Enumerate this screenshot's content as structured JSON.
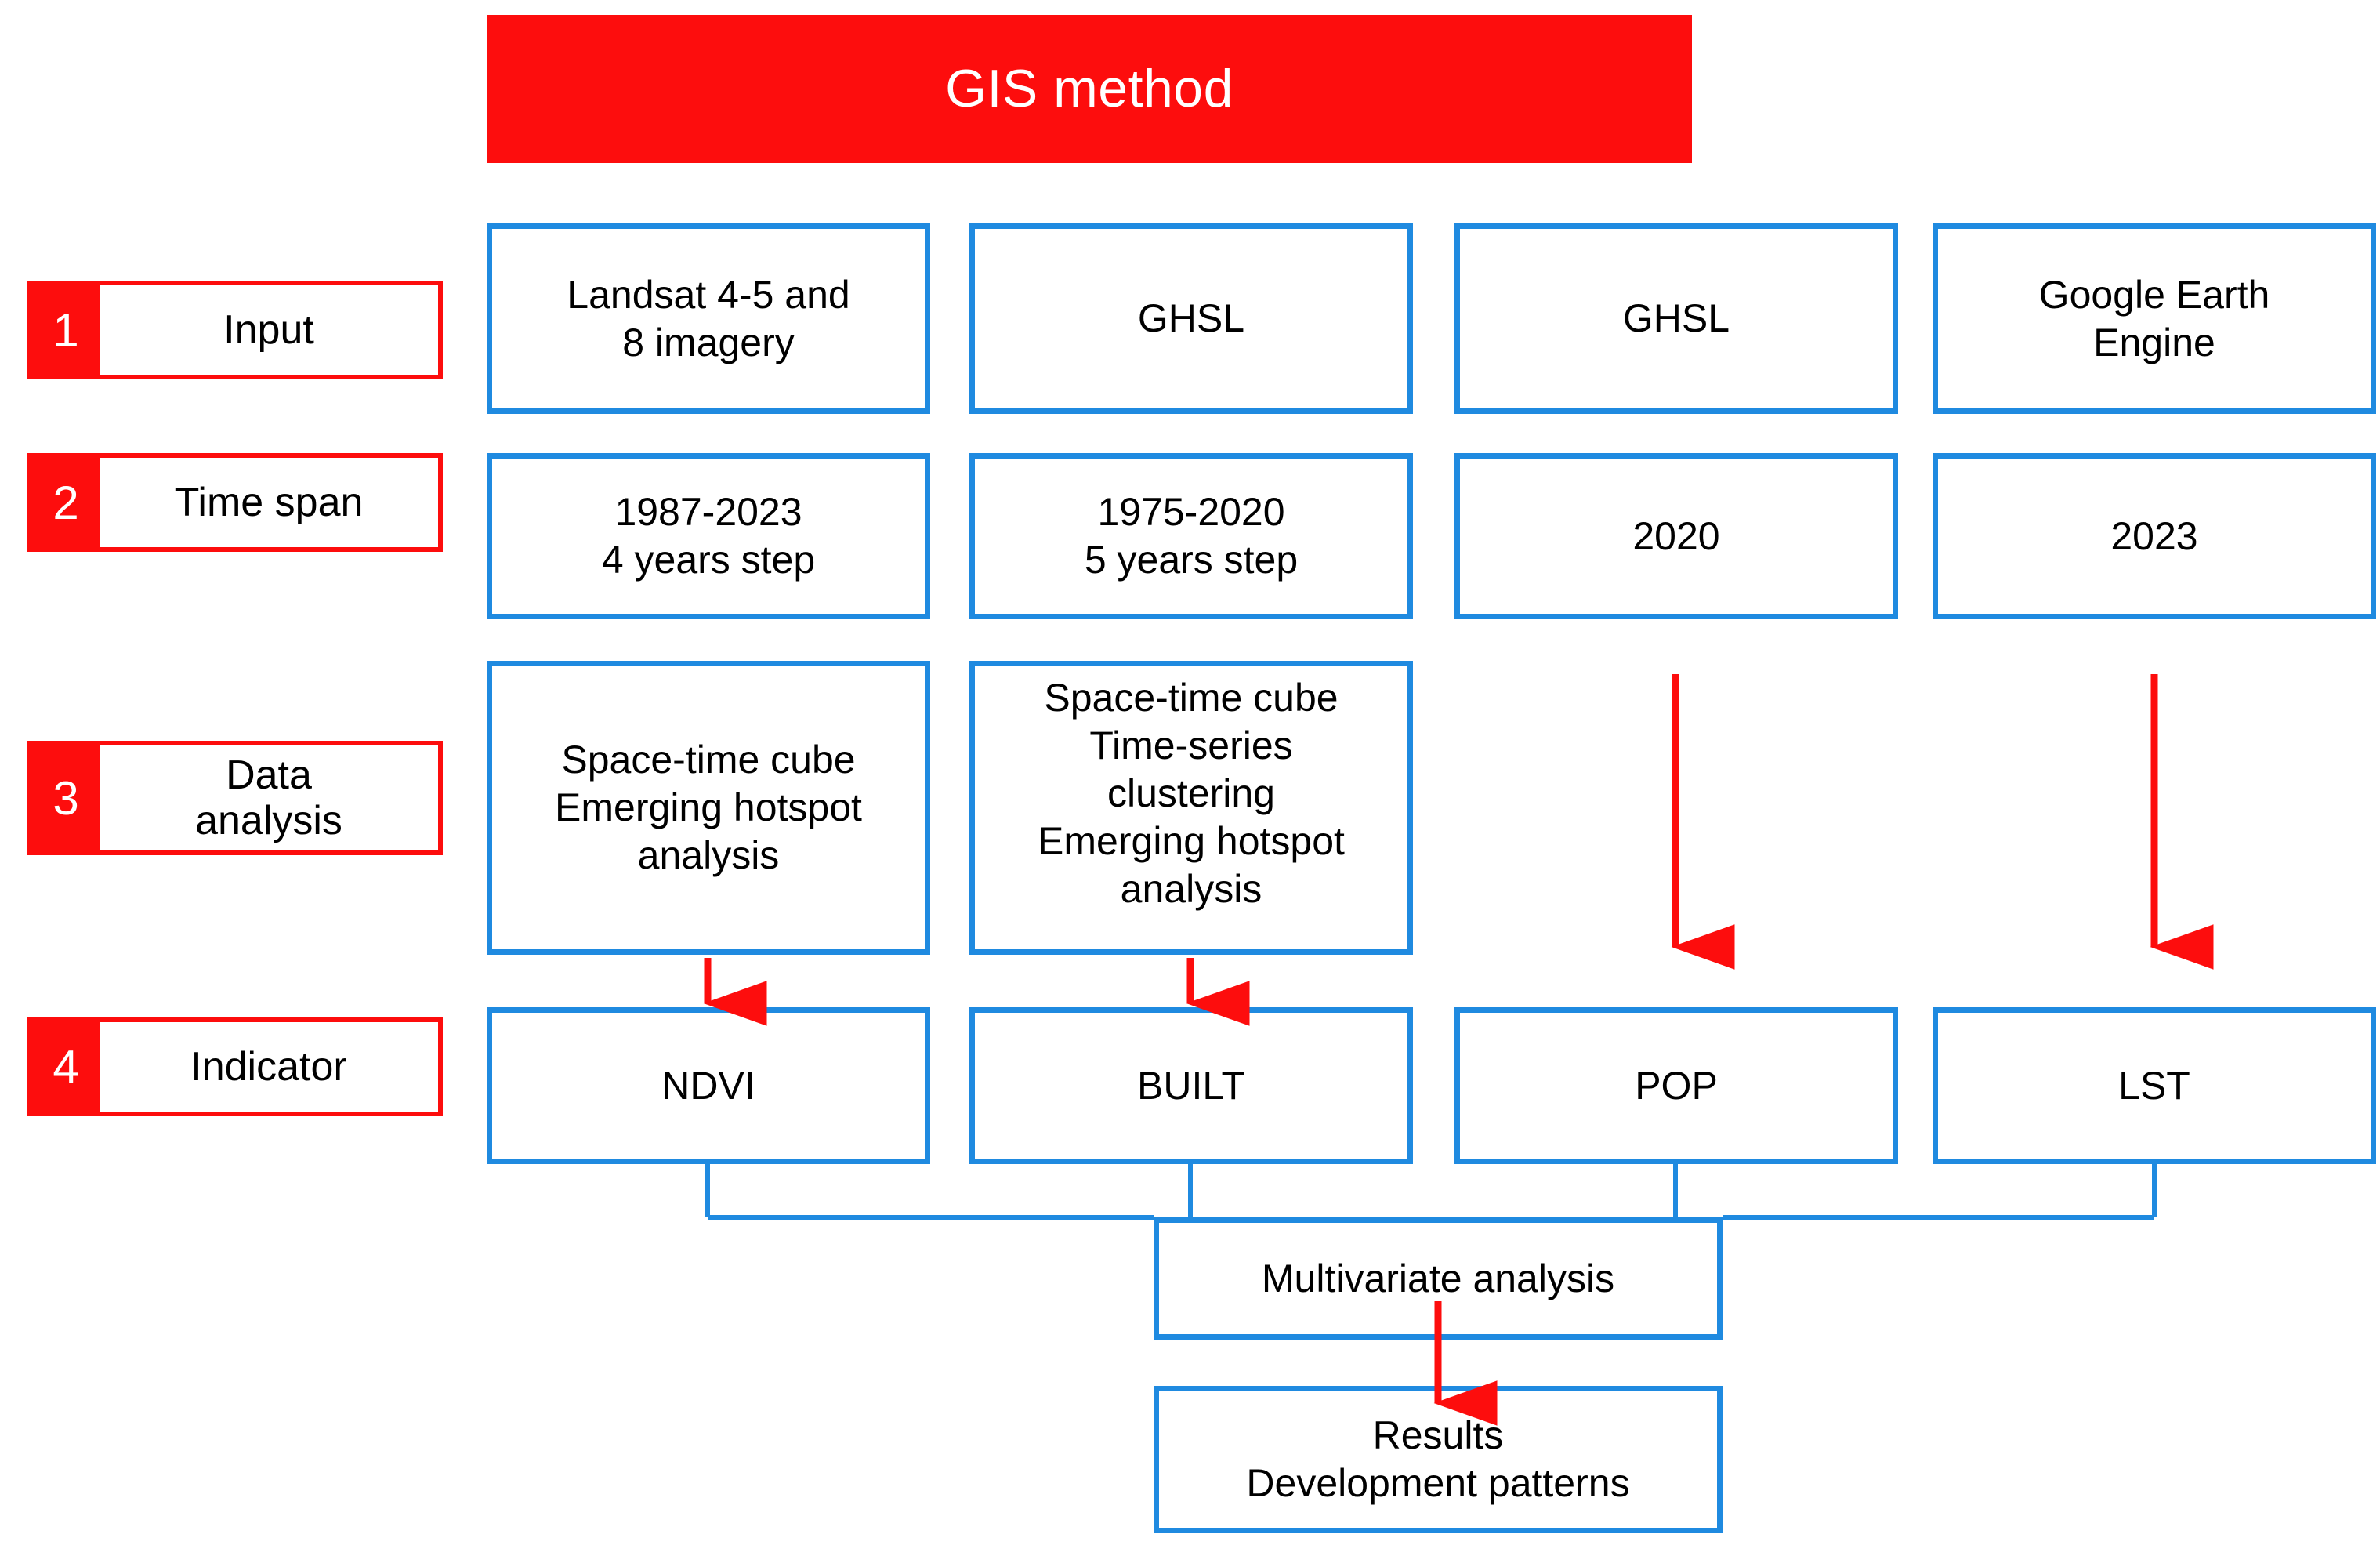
{
  "header": {
    "title": "GIS method",
    "background_color": "#fd0d0d",
    "text_color": "#ffffff"
  },
  "colors": {
    "accent_red": "#fd0d0d",
    "accent_blue": "#1f8ae0",
    "arrow_red": "#fd0d0d",
    "text": "#000000",
    "page_background": "#ffffff"
  },
  "stages": [
    {
      "number": "1",
      "label": "Input"
    },
    {
      "number": "2",
      "label": "Time span"
    },
    {
      "number": "3",
      "label": "Data\nanalysis"
    },
    {
      "number": "4",
      "label": "Indicator"
    }
  ],
  "columns": [
    {
      "input": "Landsat 4-5 and\n8 imagery",
      "time_span": "1987-2023\n4 years step",
      "data_analysis": "Space-time cube\nEmerging hotspot\nanalysis",
      "indicator": "NDVI"
    },
    {
      "input": "GHSL",
      "time_span": "1975-2020\n5 years step",
      "data_analysis": "Space-time cube\nTime-series\nclustering\nEmerging hotspot\nanalysis",
      "indicator": "BUILT"
    },
    {
      "input": "GHSL",
      "time_span": "2020",
      "data_analysis": "",
      "indicator": "POP"
    },
    {
      "input": "Google Earth\nEngine",
      "time_span": "2023",
      "data_analysis": "",
      "indicator": "LST"
    }
  ],
  "bottom": {
    "multivariate": "Multivariate analysis",
    "results": "Results\nDevelopment patterns"
  },
  "arrows": {
    "short_red_count": 2,
    "long_red_count": 2,
    "blue_merge_description": "Four indicator boxes merge into Multivariate analysis",
    "final_red_description": "Multivariate analysis down to Results"
  }
}
